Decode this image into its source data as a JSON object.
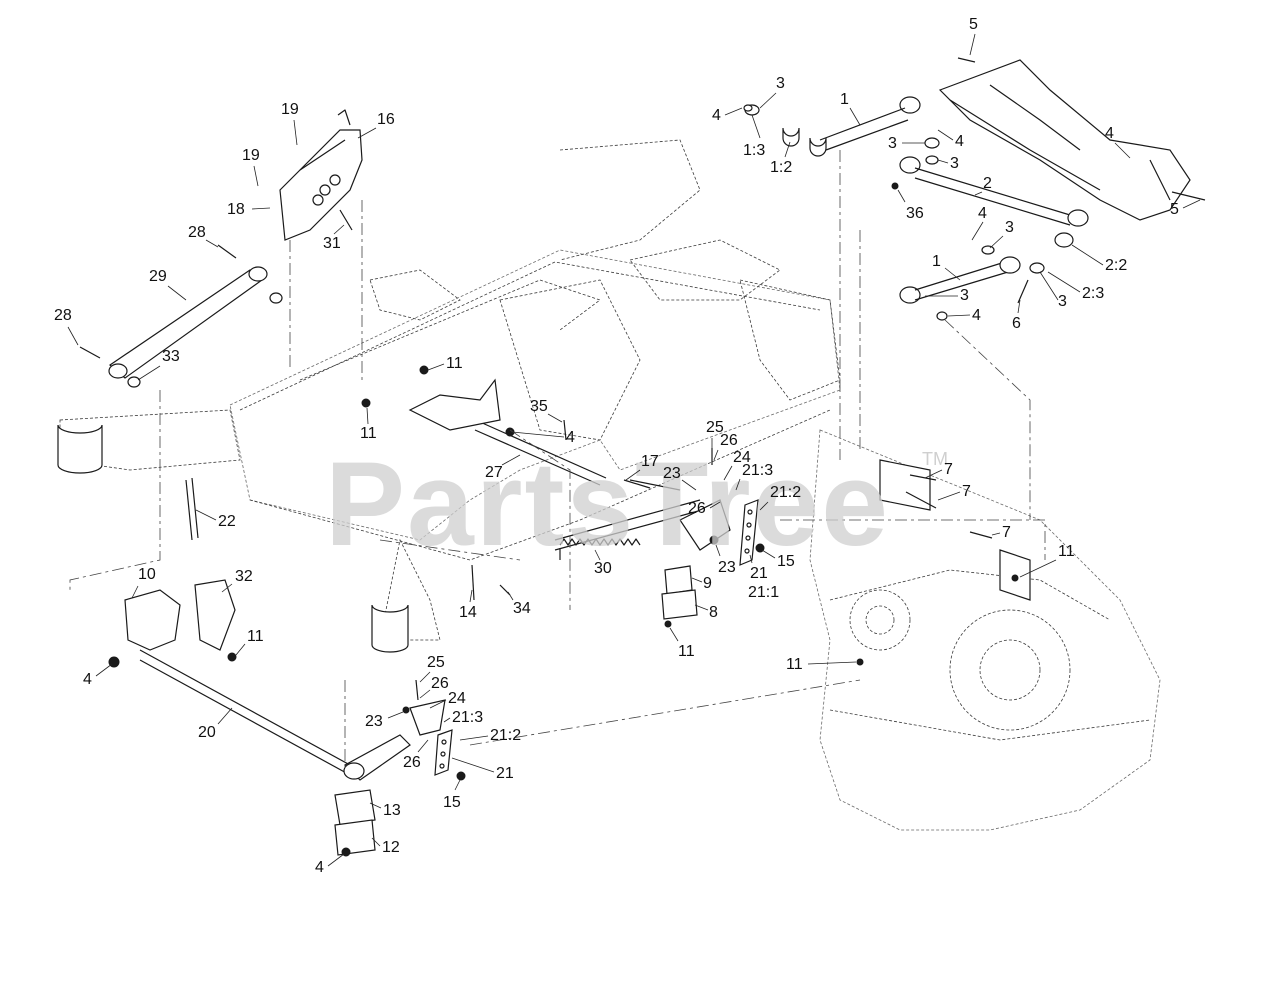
{
  "watermark": {
    "text": "PartsTree",
    "trademark": "TM"
  },
  "callouts": [
    "1",
    "1",
    "1:3",
    "1:2",
    "2",
    "2:2",
    "2:3",
    "3",
    "4",
    "5",
    "6",
    "7",
    "8",
    "9",
    "10",
    "11",
    "12",
    "13",
    "14",
    "15",
    "16",
    "17",
    "18",
    "19",
    "20",
    "21",
    "21:1",
    "21:2",
    "21:3",
    "22",
    "23",
    "24",
    "25",
    "26",
    "27",
    "28",
    "29",
    "30",
    "31",
    "32",
    "33",
    "34",
    "35",
    "36"
  ],
  "colors": {
    "line": "#1a1a1a",
    "watermark": "#cfcfcf",
    "background": "#ffffff"
  }
}
